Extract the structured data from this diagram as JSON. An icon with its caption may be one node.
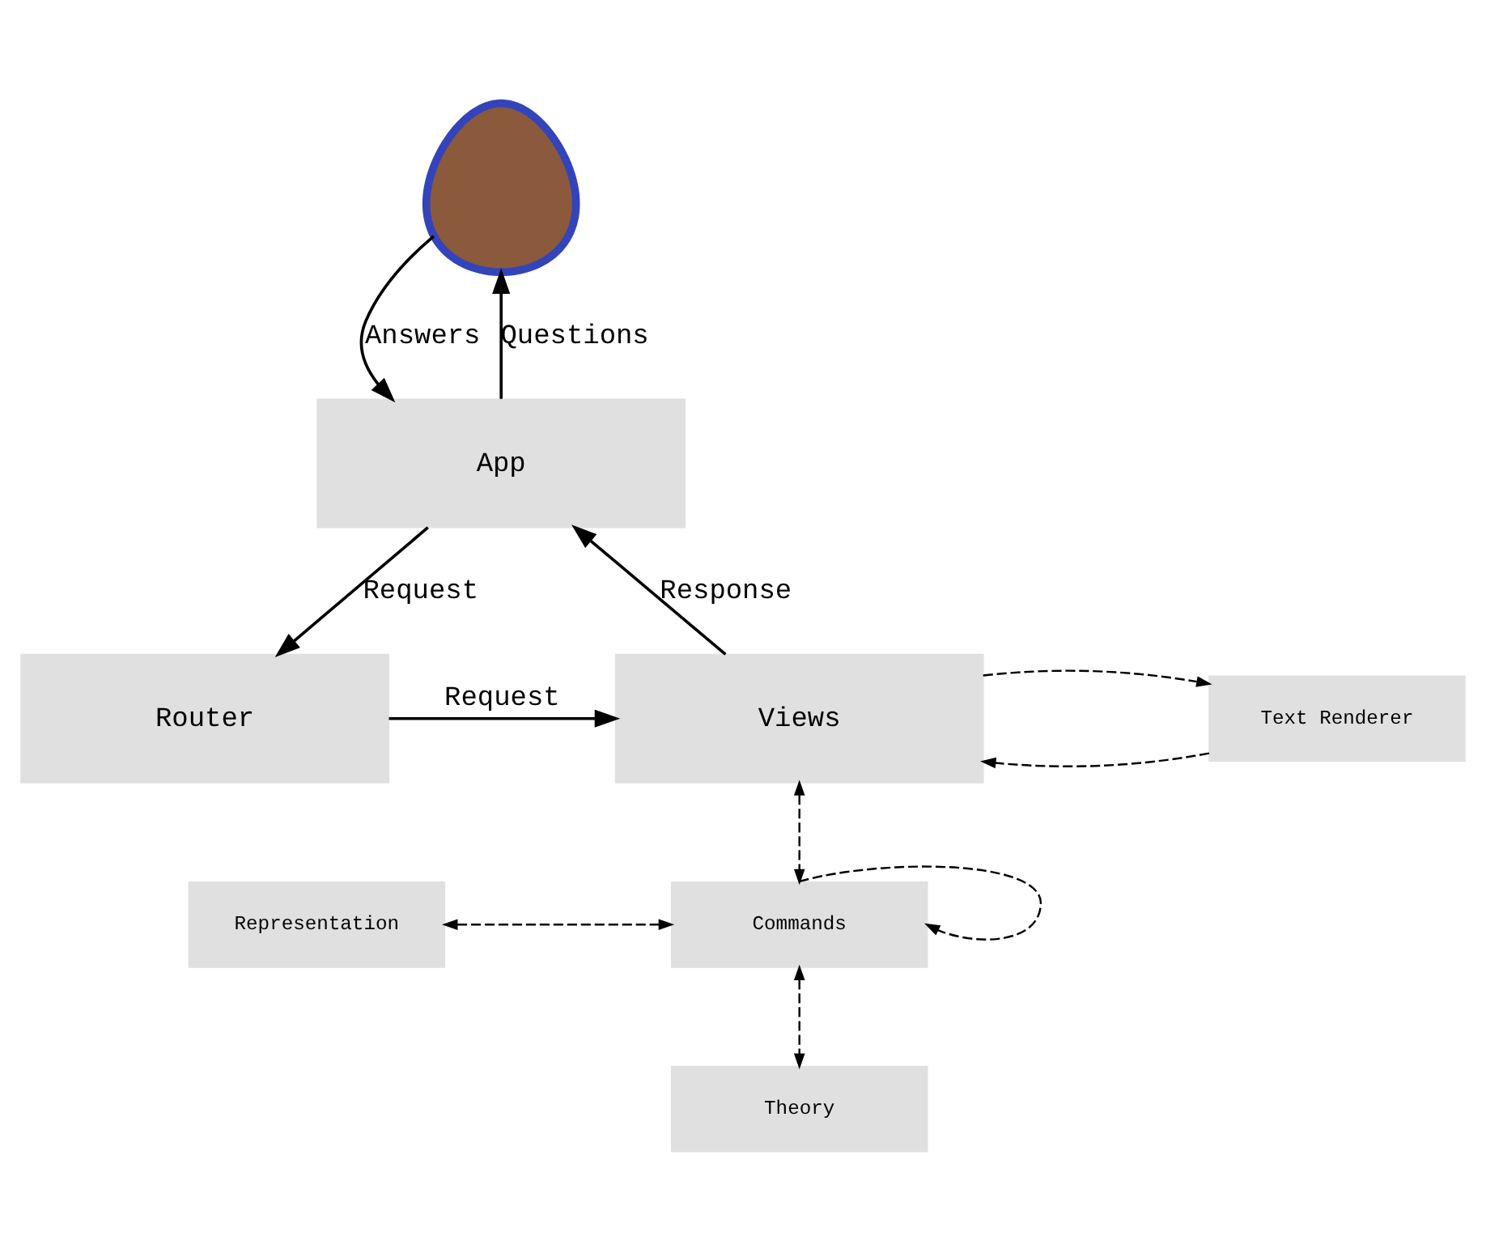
{
  "diagram": {
    "nodes": [
      {
        "text": [],
        "shape": "person"
      },
      {
        "text": [
          "App"
        ]
      },
      {
        "text": [
          "Router"
        ]
      },
      {
        "text": [
          "Views"
        ]
      },
      {
        "text": [
          "Text Renderer"
        ]
      },
      {
        "text": [
          "Representation"
        ]
      },
      {
        "text": [
          "Commands"
        ]
      },
      {
        "text": [
          "Theory"
        ]
      }
    ],
    "edges": [
      {
        "from": 0,
        "to": 1,
        "arrow": "to",
        "label": "Answers"
      },
      {
        "from": 1,
        "to": 0,
        "arrow": "to",
        "label": "Questions"
      },
      {
        "from": 1,
        "to": 2,
        "arrow": "to",
        "label": "Request"
      },
      {
        "from": 2,
        "to": 3,
        "arrow": "to",
        "label": "Request"
      },
      {
        "from": 3,
        "to": 1,
        "arrow": "to",
        "label": "Response"
      },
      {
        "from": 4,
        "to": 3,
        "arrow": "to",
        "style": "dashed"
      },
      {
        "from": 3,
        "to": 4,
        "arrow": "to",
        "style": "dashed"
      },
      {
        "from": 3,
        "to": 6,
        "arrow": "both",
        "style": "dashed"
      },
      {
        "from": 5,
        "to": 6,
        "arrow": "both",
        "style": "dashed"
      },
      {
        "from": 6,
        "to": 6,
        "arrow": "to",
        "style": "dashed"
      },
      {
        "from": 6,
        "to": 7,
        "arrow": "both",
        "style": "dashed"
      }
    ]
  }
}
